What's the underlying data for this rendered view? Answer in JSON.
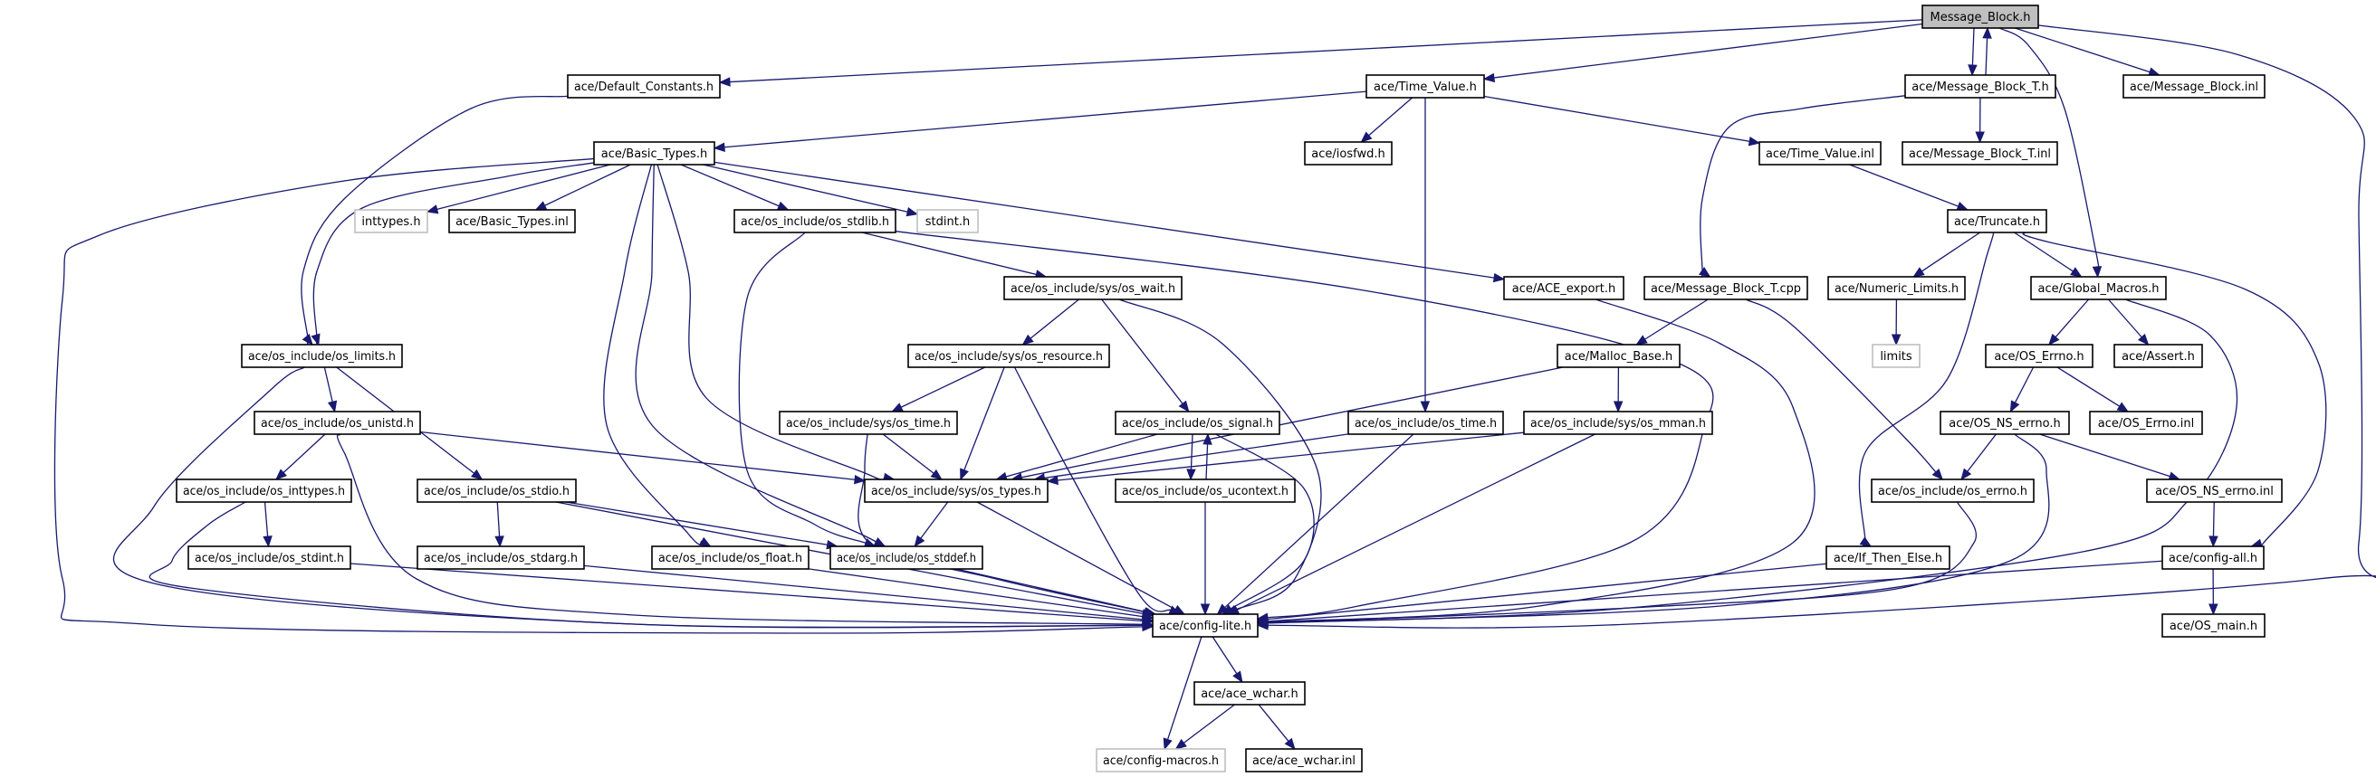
{
  "title": "Message_Block.h include dependency graph",
  "colors": {
    "edge": "#191970",
    "root_fill": "#bfbfbf",
    "node_border": "#000000",
    "external_border": "#bfbfbf"
  },
  "nodes": [
    {
      "id": "Message_Block.h",
      "label": "Message_Block.h",
      "kind": "root"
    },
    {
      "id": "ace/Default_Constants.h",
      "label": "ace/Default_Constants.h",
      "kind": "file"
    },
    {
      "id": "ace/Time_Value.h",
      "label": "ace/Time_Value.h",
      "kind": "file"
    },
    {
      "id": "ace/Message_Block_T.h",
      "label": "ace/Message_Block_T.h",
      "kind": "file"
    },
    {
      "id": "ace/Message_Block.inl",
      "label": "ace/Message_Block.inl",
      "kind": "file"
    },
    {
      "id": "ace/Basic_Types.h",
      "label": "ace/Basic_Types.h",
      "kind": "file"
    },
    {
      "id": "ace/iosfwd.h",
      "label": "ace/iosfwd.h",
      "kind": "file"
    },
    {
      "id": "ace/Time_Value.inl",
      "label": "ace/Time_Value.inl",
      "kind": "file"
    },
    {
      "id": "ace/Message_Block_T.inl",
      "label": "ace/Message_Block_T.inl",
      "kind": "file"
    },
    {
      "id": "inttypes.h",
      "label": "inttypes.h",
      "kind": "external"
    },
    {
      "id": "ace/Basic_Types.inl",
      "label": "ace/Basic_Types.inl",
      "kind": "file"
    },
    {
      "id": "ace/os_include/os_stdlib.h",
      "label": "ace/os_include/os_stdlib.h",
      "kind": "file"
    },
    {
      "id": "stdint.h",
      "label": "stdint.h",
      "kind": "external"
    },
    {
      "id": "ace/Truncate.h",
      "label": "ace/Truncate.h",
      "kind": "file"
    },
    {
      "id": "ace/os_include/sys/os_wait.h",
      "label": "ace/os_include/sys/os_wait.h",
      "kind": "file"
    },
    {
      "id": "ace/ACE_export.h",
      "label": "ace/ACE_export.h",
      "kind": "file"
    },
    {
      "id": "ace/Message_Block_T.cpp",
      "label": "ace/Message_Block_T.cpp",
      "kind": "file"
    },
    {
      "id": "ace/Numeric_Limits.h",
      "label": "ace/Numeric_Limits.h",
      "kind": "file"
    },
    {
      "id": "ace/Global_Macros.h",
      "label": "ace/Global_Macros.h",
      "kind": "file"
    },
    {
      "id": "ace/os_include/os_limits.h",
      "label": "ace/os_include/os_limits.h",
      "kind": "file"
    },
    {
      "id": "ace/os_include/sys/os_resource.h",
      "label": "ace/os_include/sys/os_resource.h",
      "kind": "file"
    },
    {
      "id": "ace/Malloc_Base.h",
      "label": "ace/Malloc_Base.h",
      "kind": "file"
    },
    {
      "id": "limits",
      "label": "limits",
      "kind": "external"
    },
    {
      "id": "ace/OS_Errno.h",
      "label": "ace/OS_Errno.h",
      "kind": "file"
    },
    {
      "id": "ace/Assert.h",
      "label": "ace/Assert.h",
      "kind": "file"
    },
    {
      "id": "ace/os_include/os_unistd.h",
      "label": "ace/os_include/os_unistd.h",
      "kind": "file"
    },
    {
      "id": "ace/os_include/sys/os_time.h",
      "label": "ace/os_include/sys/os_time.h",
      "kind": "file"
    },
    {
      "id": "ace/os_include/os_signal.h",
      "label": "ace/os_include/os_signal.h",
      "kind": "file"
    },
    {
      "id": "ace/os_include/os_time.h",
      "label": "ace/os_include/os_time.h",
      "kind": "file"
    },
    {
      "id": "ace/os_include/sys/os_mman.h",
      "label": "ace/os_include/sys/os_mman.h",
      "kind": "file"
    },
    {
      "id": "ace/OS_NS_errno.h",
      "label": "ace/OS_NS_errno.h",
      "kind": "file"
    },
    {
      "id": "ace/OS_Errno.inl",
      "label": "ace/OS_Errno.inl",
      "kind": "file"
    },
    {
      "id": "ace/os_include/os_inttypes.h",
      "label": "ace/os_include/os_inttypes.h",
      "kind": "file"
    },
    {
      "id": "ace/os_include/os_stdio.h",
      "label": "ace/os_include/os_stdio.h",
      "kind": "file"
    },
    {
      "id": "ace/os_include/sys/os_types.h",
      "label": "ace/os_include/sys/os_types.h",
      "kind": "file"
    },
    {
      "id": "ace/os_include/os_ucontext.h",
      "label": "ace/os_include/os_ucontext.h",
      "kind": "file"
    },
    {
      "id": "ace/os_include/os_errno.h",
      "label": "ace/os_include/os_errno.h",
      "kind": "file"
    },
    {
      "id": "ace/OS_NS_errno.inl",
      "label": "ace/OS_NS_errno.inl",
      "kind": "file"
    },
    {
      "id": "ace/os_include/os_stdint.h",
      "label": "ace/os_include/os_stdint.h",
      "kind": "file"
    },
    {
      "id": "ace/os_include/os_stdarg.h",
      "label": "ace/os_include/os_stdarg.h",
      "kind": "file"
    },
    {
      "id": "ace/os_include/os_float.h",
      "label": "ace/os_include/os_float.h",
      "kind": "file"
    },
    {
      "id": "ace/os_include/os_stddef.h",
      "label": "ace/os_include/os_stddef.h",
      "kind": "file"
    },
    {
      "id": "ace/If_Then_Else.h",
      "label": "ace/If_Then_Else.h",
      "kind": "file"
    },
    {
      "id": "ace/config-all.h",
      "label": "ace/config-all.h",
      "kind": "file"
    },
    {
      "id": "ace/config-lite.h",
      "label": "ace/config-lite.h",
      "kind": "file"
    },
    {
      "id": "ace/OS_main.h",
      "label": "ace/OS_main.h",
      "kind": "file"
    },
    {
      "id": "ace/ace_wchar.h",
      "label": "ace/ace_wchar.h",
      "kind": "file"
    },
    {
      "id": "ace/config-macros.h",
      "label": "ace/config-macros.h",
      "kind": "external"
    },
    {
      "id": "ace/ace_wchar.inl",
      "label": "ace/ace_wchar.inl",
      "kind": "file"
    }
  ],
  "edges": [
    [
      "Message_Block.h",
      "ace/Default_Constants.h"
    ],
    [
      "Message_Block.h",
      "ace/Time_Value.h"
    ],
    [
      "Message_Block.h",
      "ace/Message_Block_T.h"
    ],
    [
      "Message_Block.h",
      "ace/Message_Block.inl"
    ],
    [
      "Message_Block.h",
      "ace/Global_Macros.h"
    ],
    [
      "Message_Block.h",
      "ace/config-lite.h"
    ],
    [
      "ace/Message_Block_T.h",
      "Message_Block.h"
    ],
    [
      "ace/Message_Block_T.h",
      "ace/Message_Block_T.inl"
    ],
    [
      "ace/Message_Block_T.h",
      "ace/Message_Block_T.cpp"
    ],
    [
      "ace/Default_Constants.h",
      "ace/os_include/os_limits.h"
    ],
    [
      "ace/Time_Value.h",
      "ace/Basic_Types.h"
    ],
    [
      "ace/Time_Value.h",
      "ace/iosfwd.h"
    ],
    [
      "ace/Time_Value.h",
      "ace/Time_Value.inl"
    ],
    [
      "ace/Time_Value.h",
      "ace/os_include/os_time.h"
    ],
    [
      "ace/Time_Value.inl",
      "ace/Truncate.h"
    ],
    [
      "ace/Basic_Types.h",
      "inttypes.h"
    ],
    [
      "ace/Basic_Types.h",
      "ace/Basic_Types.inl"
    ],
    [
      "ace/Basic_Types.h",
      "ace/os_include/os_stdlib.h"
    ],
    [
      "ace/Basic_Types.h",
      "stdint.h"
    ],
    [
      "ace/Basic_Types.h",
      "ace/ACE_export.h"
    ],
    [
      "ace/Basic_Types.h",
      "ace/os_include/os_limits.h"
    ],
    [
      "ace/Basic_Types.h",
      "ace/config-lite.h"
    ],
    [
      "ace/Basic_Types.h",
      "ace/os_include/sys/os_types.h"
    ],
    [
      "ace/Basic_Types.h",
      "ace/os_include/os_float.h"
    ],
    [
      "ace/Basic_Types.h",
      "ace/os_include/os_stddef.h"
    ],
    [
      "ace/os_include/os_stdlib.h",
      "ace/os_include/sys/os_wait.h"
    ],
    [
      "ace/os_include/os_stdlib.h",
      "ace/os_include/os_stddef.h"
    ],
    [
      "ace/os_include/os_stdlib.h",
      "ace/config-lite.h"
    ],
    [
      "ace/ACE_export.h",
      "ace/config-lite.h"
    ],
    [
      "ace/Message_Block_T.cpp",
      "ace/Malloc_Base.h"
    ],
    [
      "ace/Message_Block_T.cpp",
      "ace/os_include/os_errno.h"
    ],
    [
      "ace/Truncate.h",
      "ace/Numeric_Limits.h"
    ],
    [
      "ace/Truncate.h",
      "ace/Global_Macros.h"
    ],
    [
      "ace/Truncate.h",
      "ace/If_Then_Else.h"
    ],
    [
      "ace/Truncate.h",
      "ace/config-all.h"
    ],
    [
      "ace/Numeric_Limits.h",
      "limits"
    ],
    [
      "ace/Global_Macros.h",
      "ace/OS_Errno.h"
    ],
    [
      "ace/Global_Macros.h",
      "ace/Assert.h"
    ],
    [
      "ace/Global_Macros.h",
      "ace/config-lite.h"
    ],
    [
      "ace/os_include/os_limits.h",
      "ace/os_include/os_unistd.h"
    ],
    [
      "ace/os_include/os_limits.h",
      "ace/os_include/os_stdio.h"
    ],
    [
      "ace/os_include/os_limits.h",
      "ace/config-lite.h"
    ],
    [
      "ace/os_include/sys/os_wait.h",
      "ace/os_include/sys/os_resource.h"
    ],
    [
      "ace/os_include/sys/os_wait.h",
      "ace/os_include/os_signal.h"
    ],
    [
      "ace/os_include/sys/os_wait.h",
      "ace/config-lite.h"
    ],
    [
      "ace/Malloc_Base.h",
      "ace/os_include/sys/os_mman.h"
    ],
    [
      "ace/Malloc_Base.h",
      "ace/os_include/sys/os_types.h"
    ],
    [
      "ace/OS_Errno.h",
      "ace/OS_NS_errno.h"
    ],
    [
      "ace/OS_Errno.h",
      "ace/OS_Errno.inl"
    ],
    [
      "ace/os_include/os_unistd.h",
      "ace/os_include/os_inttypes.h"
    ],
    [
      "ace/os_include/os_unistd.h",
      "ace/os_include/sys/os_types.h"
    ],
    [
      "ace/os_include/os_unistd.h",
      "ace/config-lite.h"
    ],
    [
      "ace/os_include/sys/os_resource.h",
      "ace/os_include/sys/os_time.h"
    ],
    [
      "ace/os_include/sys/os_resource.h",
      "ace/os_include/sys/os_types.h"
    ],
    [
      "ace/os_include/sys/os_resource.h",
      "ace/config-lite.h"
    ],
    [
      "ace/os_include/sys/os_time.h",
      "ace/os_include/sys/os_types.h"
    ],
    [
      "ace/os_include/sys/os_time.h",
      "ace/config-lite.h"
    ],
    [
      "ace/os_include/os_signal.h",
      "ace/os_include/sys/os_types.h"
    ],
    [
      "ace/os_include/os_signal.h",
      "ace/os_include/os_ucontext.h"
    ],
    [
      "ace/os_include/os_signal.h",
      "ace/config-lite.h"
    ],
    [
      "ace/os_include/os_time.h",
      "ace/os_include/sys/os_types.h"
    ],
    [
      "ace/os_include/os_time.h",
      "ace/config-lite.h"
    ],
    [
      "ace/os_include/sys/os_mman.h",
      "ace/os_include/sys/os_types.h"
    ],
    [
      "ace/os_include/sys/os_mman.h",
      "ace/config-lite.h"
    ],
    [
      "ace/OS_NS_errno.h",
      "ace/os_include/os_errno.h"
    ],
    [
      "ace/OS_NS_errno.h",
      "ace/OS_NS_errno.inl"
    ],
    [
      "ace/OS_NS_errno.h",
      "ace/config-lite.h"
    ],
    [
      "ace/os_include/os_inttypes.h",
      "ace/os_include/os_stdint.h"
    ],
    [
      "ace/os_include/os_inttypes.h",
      "ace/config-lite.h"
    ],
    [
      "ace/os_include/os_stdio.h",
      "ace/os_include/os_stdarg.h"
    ],
    [
      "ace/os_include/os_stdio.h",
      "ace/os_include/os_stddef.h"
    ],
    [
      "ace/os_include/os_stdio.h",
      "ace/config-lite.h"
    ],
    [
      "ace/os_include/sys/os_types.h",
      "ace/os_include/os_stddef.h"
    ],
    [
      "ace/os_include/sys/os_types.h",
      "ace/config-lite.h"
    ],
    [
      "ace/os_include/os_ucontext.h",
      "ace/os_include/os_signal.h"
    ],
    [
      "ace/os_include/os_ucontext.h",
      "ace/config-lite.h"
    ],
    [
      "ace/os_include/os_errno.h",
      "ace/config-lite.h"
    ],
    [
      "ace/OS_NS_errno.inl",
      "ace/config-all.h"
    ],
    [
      "ace/os_include/os_stdint.h",
      "ace/config-lite.h"
    ],
    [
      "ace/os_include/os_stdarg.h",
      "ace/config-lite.h"
    ],
    [
      "ace/os_include/os_float.h",
      "ace/config-lite.h"
    ],
    [
      "ace/os_include/os_stddef.h",
      "ace/config-lite.h"
    ],
    [
      "ace/If_Then_Else.h",
      "ace/config-lite.h"
    ],
    [
      "ace/config-all.h",
      "ace/config-lite.h"
    ],
    [
      "ace/config-all.h",
      "ace/OS_main.h"
    ],
    [
      "ace/config-lite.h",
      "ace/ace_wchar.h"
    ],
    [
      "ace/config-lite.h",
      "ace/config-macros.h"
    ],
    [
      "ace/ace_wchar.h",
      "ace/config-macros.h"
    ],
    [
      "ace/ace_wchar.h",
      "ace/ace_wchar.inl"
    ]
  ]
}
